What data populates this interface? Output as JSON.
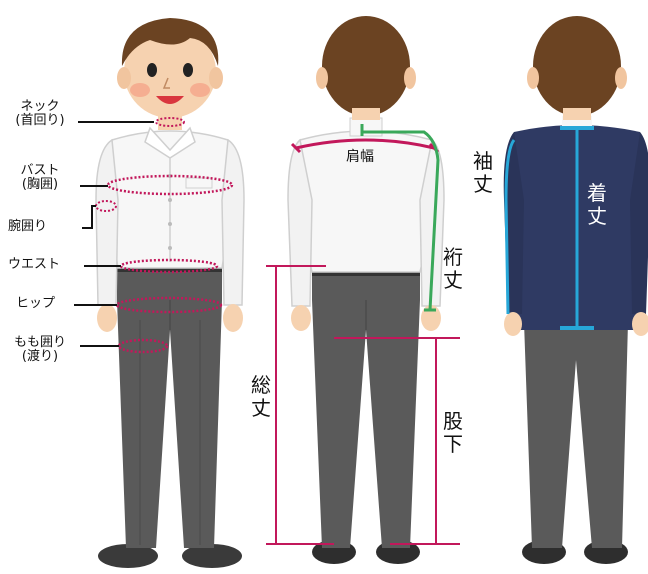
{
  "front_labels": {
    "neck": "ネック\n(首回り)",
    "bust": "バスト\n(胸囲)",
    "arm": "腕囲り",
    "waist": "ウエスト",
    "hip": "ヒップ",
    "thigh": "もも囲り\n(渡り)"
  },
  "back_labels": {
    "shoulder_width": "肩幅",
    "sleeve_length_yuki": "裄丈",
    "total_length": "総丈",
    "inseam": "股下"
  },
  "jacket_labels": {
    "sleeve_length": "袖丈",
    "body_length": "着丈"
  },
  "colors": {
    "measure_magenta": "#c2185b",
    "measure_green": "#3aa85a",
    "measure_cyan": "#27a7d8",
    "jacket_navy": "#2f3a63",
    "trousers_gray": "#5a5a5a",
    "shirt_white": "#f7f7f7",
    "hair_brown": "#6b4322"
  }
}
